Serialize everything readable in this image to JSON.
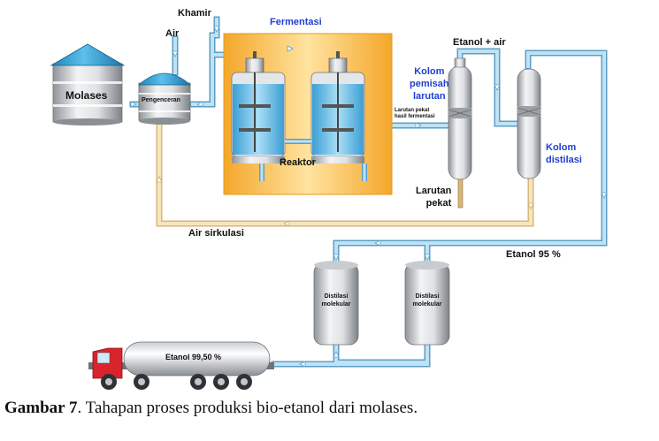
{
  "labels": {
    "khamir": "Khamir",
    "air": "Air",
    "fermentasi": "Fermentasi",
    "molases": "Molases",
    "pengenceran": "Pengenceran",
    "reaktor": "Reaktor",
    "etanol_air": "Etanol + air",
    "kolom_pemisah_1": "Kolom",
    "kolom_pemisah_2": "pemisah",
    "kolom_pemisah_3": "larutan",
    "larutan_pekat_hasil_1": "Larutan pekat",
    "larutan_pekat_hasil_2": "hasil fermentasi",
    "larutan_pekat_1": "Larutan",
    "larutan_pekat_2": "pekat",
    "kolom_distilasi_1": "Kolom",
    "kolom_distilasi_2": "distilasi",
    "air_sirkulasi": "Air sirkulasi",
    "etanol_95": "Etanol 95 %",
    "distilasi_molekular_1": "Distilasi",
    "distilasi_molekular_2": "molekular",
    "truck_tank": "Etanol 99,50 %"
  },
  "caption": {
    "prefix": "Gambar 7",
    "text": ". Tahapan proses produksi bio-etanol dari molases."
  },
  "colors": {
    "pipe_blue": "#9fd0ea",
    "pipe_tan": "#f5dcae",
    "tank_roof": "#3aa6d6",
    "fermentation_bg": "#f7b733",
    "label_blue": "#1f3fd0",
    "truck_red": "#d9232d"
  }
}
